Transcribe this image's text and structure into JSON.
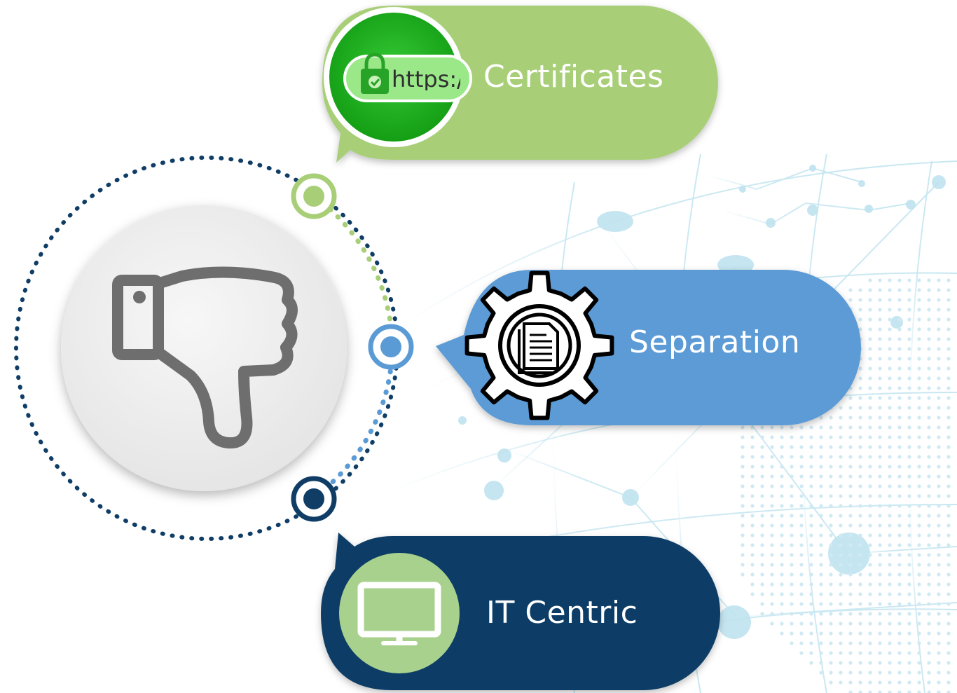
{
  "items": [
    {
      "label": "Certificates",
      "color": "#a8cf78",
      "icon": "https-lock-icon"
    },
    {
      "label": "Separation",
      "color": "#5b9bd5",
      "icon": "document-gear-icon"
    },
    {
      "label": "IT Centric",
      "color": "#0f3d66",
      "icon": "monitor-icon"
    }
  ],
  "url_bar_text": "https:/",
  "center_icon": "thumbs-down-icon",
  "colors": {
    "green": "#a8cf78",
    "bright_green": "#22b422",
    "blue": "#5b9bd5",
    "navy": "#0f3d66",
    "icon_gray": "#6e6e6e",
    "network_lines": "#bfe3ef"
  }
}
